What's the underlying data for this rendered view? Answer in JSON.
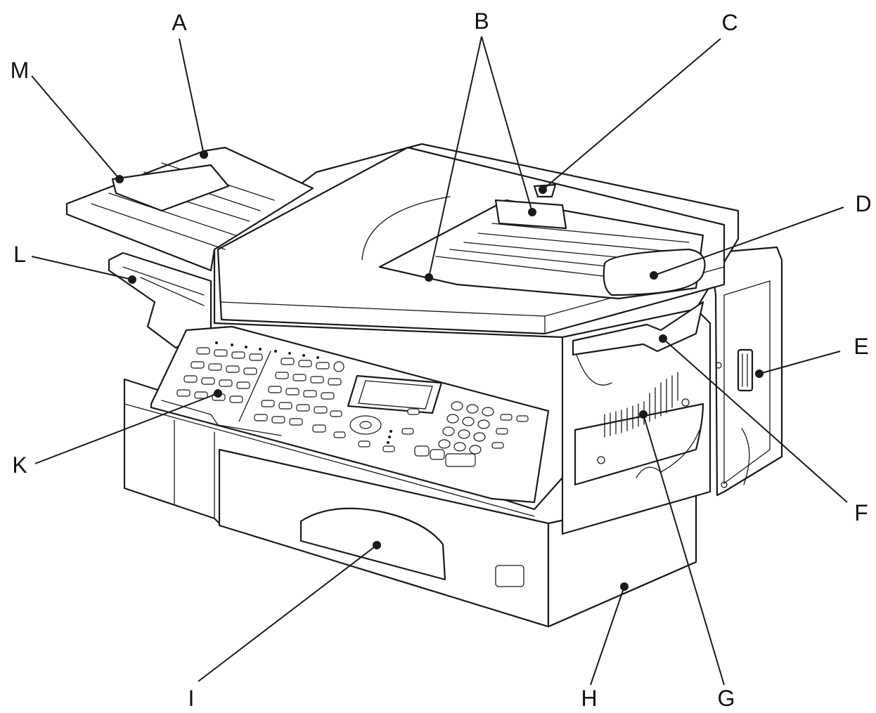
{
  "callouts": [
    {
      "id": "A",
      "letter": "A"
    },
    {
      "id": "B",
      "letter": "B"
    },
    {
      "id": "C",
      "letter": "C"
    },
    {
      "id": "D",
      "letter": "D"
    },
    {
      "id": "E",
      "letter": "E"
    },
    {
      "id": "F",
      "letter": "F"
    },
    {
      "id": "G",
      "letter": "G"
    },
    {
      "id": "H",
      "letter": "H"
    },
    {
      "id": "I",
      "letter": "I"
    },
    {
      "id": "K",
      "letter": "K"
    },
    {
      "id": "L",
      "letter": "L"
    },
    {
      "id": "M",
      "letter": "M"
    }
  ]
}
